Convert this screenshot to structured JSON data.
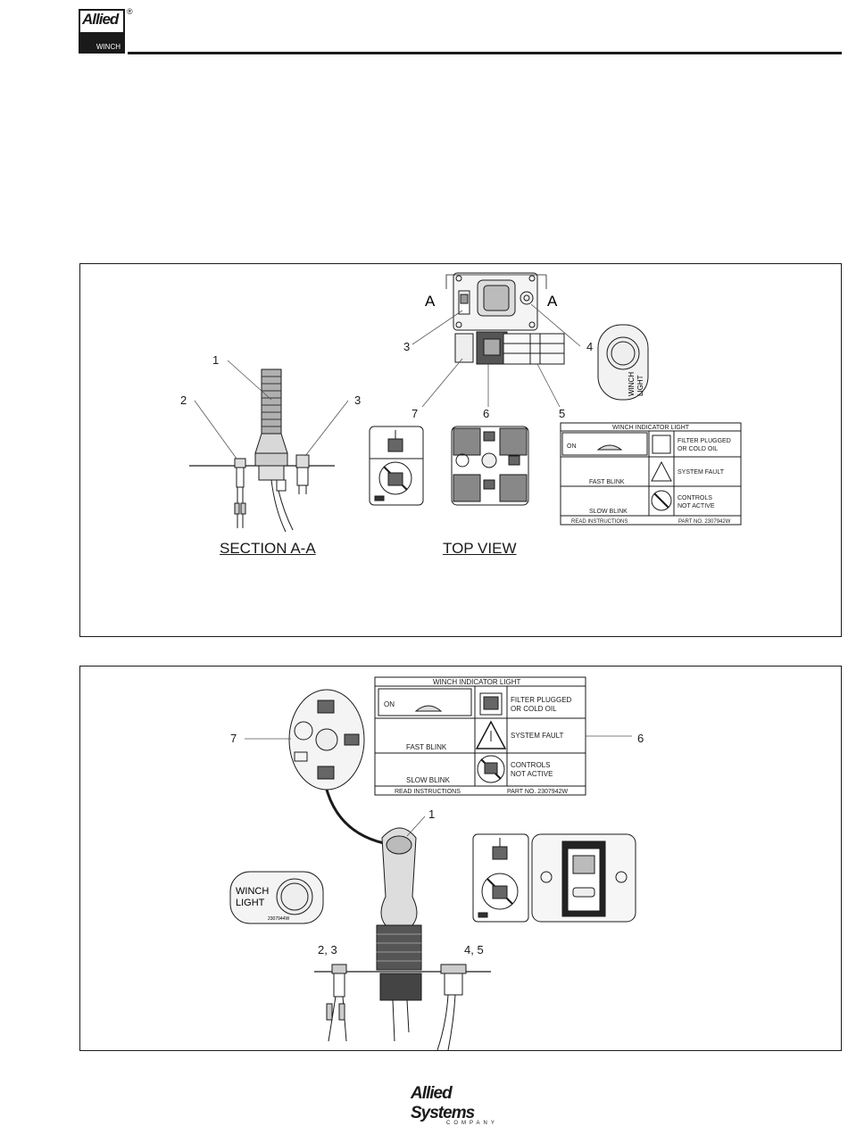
{
  "header": {
    "logo_top": "Allied",
    "logo_bottom": "WINCH",
    "registered": "®"
  },
  "figure1": {
    "caption_section": "SECTION A-A",
    "caption_top": "TOP VIEW",
    "section_marker": "A",
    "callouts": [
      "1",
      "2",
      "3",
      "3",
      "4",
      "5",
      "6",
      "7"
    ]
  },
  "figure2": {
    "callouts": [
      "7",
      "6",
      "1",
      "2, 3",
      "4, 5"
    ]
  },
  "indicator_decal": {
    "title": "WINCH INDICATOR LIGHT",
    "on": "ON",
    "fast_blink": "FAST BLINK",
    "slow_blink": "SLOW BLINK",
    "filter": "FILTER PLUGGED",
    "filter2": "OR COLD OIL",
    "system_fault": "SYSTEM FAULT",
    "controls": "CONTROLS",
    "controls2": "NOT ACTIVE",
    "read": "READ INSTRUCTIONS",
    "part": "PART NO. 2307942W"
  },
  "winch_light": {
    "line1": "WINCH",
    "line2": "LIGHT",
    "part": "2307944W"
  },
  "footer": {
    "company": "Allied Systems",
    "suffix": "COMPANY"
  }
}
